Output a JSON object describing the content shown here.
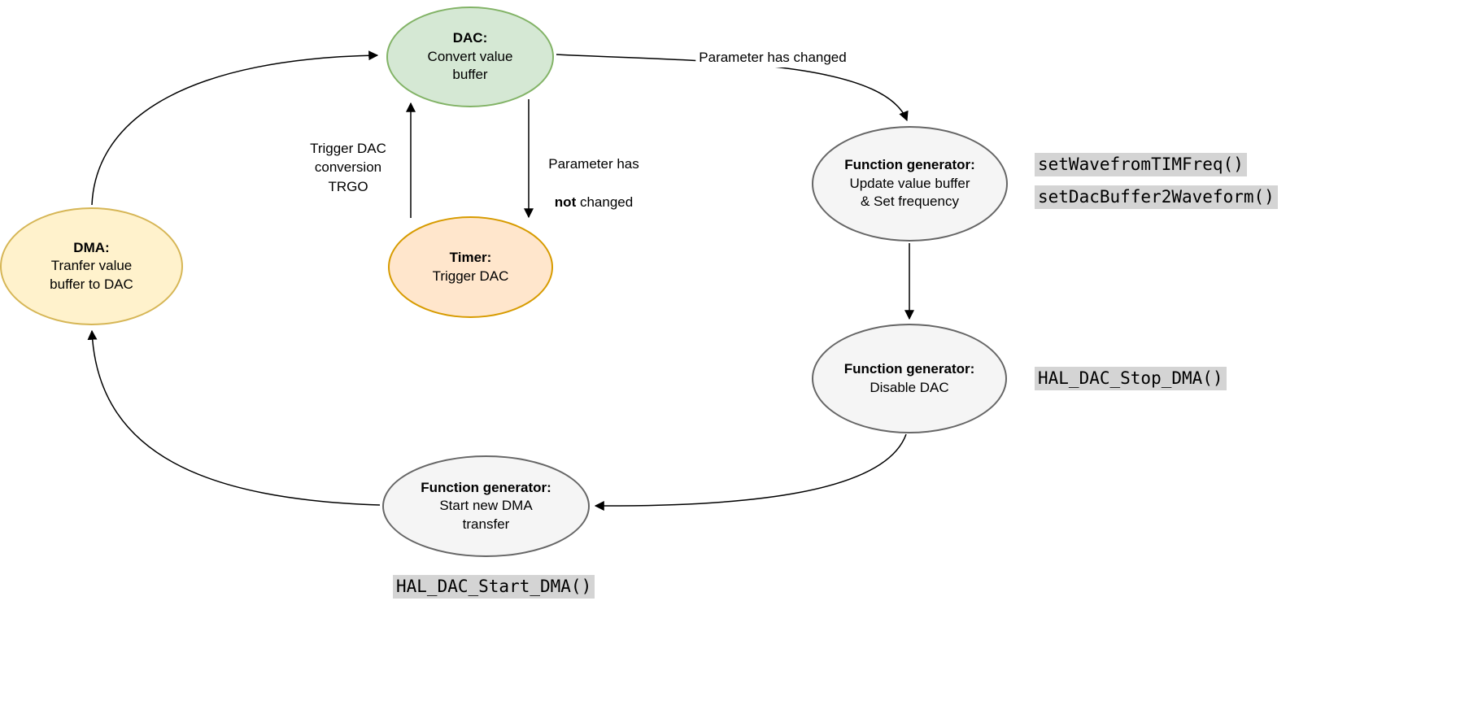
{
  "nodes": {
    "dac": {
      "title": "DAC:",
      "body": "Convert value\nbuffer"
    },
    "dma": {
      "title": "DMA:",
      "body": "Tranfer value\nbuffer to DAC"
    },
    "timer": {
      "title": "Timer:",
      "body": "Trigger DAC"
    },
    "fg_update": {
      "title": "Function generator:",
      "body": "Update value buffer\n& Set frequency"
    },
    "fg_disable": {
      "title": "Function generator:",
      "body": "Disable DAC"
    },
    "fg_start": {
      "title": "Function generator:",
      "body": "Start new DMA\ntransfer"
    }
  },
  "edge_labels": {
    "param_changed": "Parameter has changed",
    "trigger_dac": "Trigger DAC\nconversion\nTRGO",
    "param_not_line1": "Parameter has",
    "param_not_bold": "not",
    "param_not_rest": " changed"
  },
  "code_labels": {
    "set_wave_from_tim_freq": "setWavefromTIMFreq()",
    "set_dac_buffer_2_waveform": "setDacBuffer2Waveform()",
    "hal_dac_stop_dma": "HAL_DAC_Stop_DMA()",
    "hal_dac_start_dma": "HAL_DAC_Start_DMA()"
  },
  "colors": {
    "dac_fill": "#d5e8d4",
    "dac_stroke": "#82b366",
    "dma_fill": "#fff2cc",
    "dma_stroke": "#d6b656",
    "timer_fill": "#ffe6cc",
    "timer_stroke": "#d79b00",
    "fg_fill": "#f5f5f5",
    "fg_stroke": "#666666",
    "code_background": "#d4d4d4",
    "arrow": "#000000",
    "background": "#ffffff"
  }
}
